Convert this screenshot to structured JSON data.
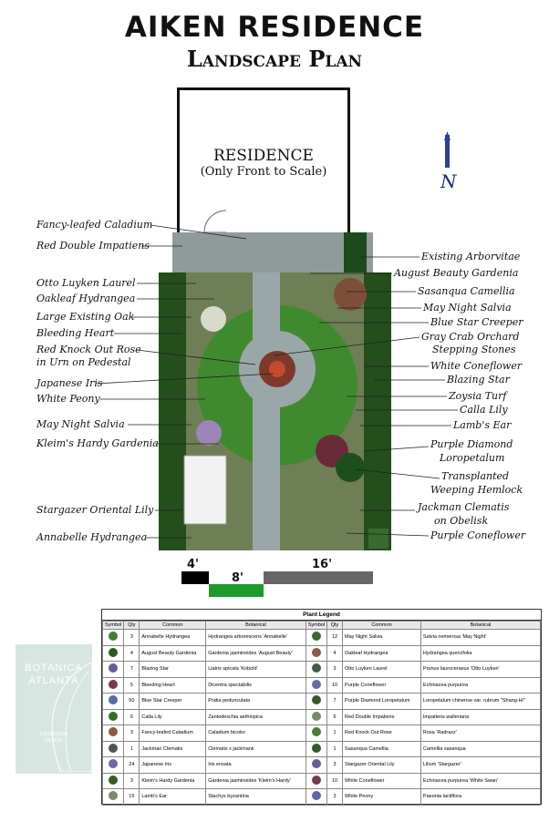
{
  "title": {
    "line1": "AIKEN RESIDENCE",
    "line2": "Landscape Plan"
  },
  "house": {
    "line1": "RESIDENCE",
    "line2": "(Only Front to Scale)"
  },
  "north_symbol": "N",
  "left_labels": [
    "Fancy-leafed Caladium",
    "Red Double Impatiens",
    "Otto Luyken Laurel",
    "Oakleaf Hydrangea",
    "Large Existing Oak",
    "Bleeding Heart",
    "Red Knock Out Rose",
    "in Urn on Pedestal",
    "Japanese Iris",
    "White Peony",
    "May Night Salvia",
    "Kleim's Hardy Gardenia",
    "Stargazer Oriental Lily",
    "Annabelle Hydrangea"
  ],
  "right_labels": [
    "Existing Arborvitae",
    "August Beauty Gardenia",
    "Sasanqua Camellia",
    "May Night Salvia",
    "Blue Star Creeper",
    "Gray Crab Orchard",
    "Stepping Stones",
    "White Coneflower",
    "Blazing Star",
    "Zoysia Turf",
    "Calla Lily",
    "Lamb's Ear",
    "Purple Diamond",
    "Loropetalum",
    "Transplanted",
    "Weeping Hemlock",
    "Jackman Clematis",
    "on Obelisk",
    "Purple Coneflower"
  ],
  "scale": {
    "a": "4'",
    "b": "8'",
    "c": "16'"
  },
  "colors": {
    "turf": "#3f8a2e",
    "hedge": "#234d1c",
    "stone": "#9aa7a8",
    "border": "#6b7f5a"
  },
  "legend": {
    "title": "Plant Legend",
    "headers": [
      "Symbol",
      "Qty",
      "Common",
      "Botanical",
      "Symbol",
      "Qty",
      "Common",
      "Botanical"
    ],
    "left_rows": [
      {
        "qty": "3",
        "common": "Annabelle Hydrangea",
        "botanical": "Hydrangea arborescens 'Annabelle'"
      },
      {
        "qty": "4",
        "common": "August Beauty Gardenia",
        "botanical": "Gardenia jasminoides 'August Beauty'"
      },
      {
        "qty": "7",
        "common": "Blazing Star",
        "botanical": "Liatris spicata 'Kobold'"
      },
      {
        "qty": "5",
        "common": "Bleeding Heart",
        "botanical": "Dicentra spectabilis"
      },
      {
        "qty": "50",
        "common": "Blue Star Creeper",
        "botanical": "Pratia pedunculata"
      },
      {
        "qty": "6",
        "common": "Calla Lily",
        "botanical": "Zantedeschia aethiopica"
      },
      {
        "qty": "3",
        "common": "Fancy-leafed Caladium",
        "botanical": "Caladium bicolor"
      },
      {
        "qty": "1",
        "common": "Jackman Clematis",
        "botanical": "Clematis x jackmanii"
      },
      {
        "qty": "24",
        "common": "Japanese Iris",
        "botanical": "Iris ensata"
      },
      {
        "qty": "3",
        "common": "Kleim's Hardy Gardenia",
        "botanical": "Gardenia jasminoides 'Kleim's Hardy'"
      },
      {
        "qty": "15",
        "common": "Lamb's Ear",
        "botanical": "Stachys byzantina"
      }
    ],
    "right_rows": [
      {
        "qty": "12",
        "common": "May Night Salvia",
        "botanical": "Salvia nemerosa 'May Night'"
      },
      {
        "qty": "4",
        "common": "Oakleaf Hydrangea",
        "botanical": "Hydrangea quercifolia"
      },
      {
        "qty": "3",
        "common": "Otto Luyken Laurel",
        "botanical": "Prunus laurocerasus 'Otto Luyken'"
      },
      {
        "qty": "10",
        "common": "Purple Coneflower",
        "botanical": "Echinacea purpurea"
      },
      {
        "qty": "7",
        "common": "Purple Diamond Loropetalum",
        "botanical": "Loropetalum chinense var. rubrum \"Shang-Hi\""
      },
      {
        "qty": "6",
        "common": "Red Double Impatiens",
        "botanical": "Impatiens walleriana"
      },
      {
        "qty": "1",
        "common": "Red Knock Out Rose",
        "botanical": "Rosa 'Radrazz'"
      },
      {
        "qty": "1",
        "common": "Sasanqua Camellia",
        "botanical": "Camellia sasanqua"
      },
      {
        "qty": "3",
        "common": "Stargazer Oriental Lily",
        "botanical": "Lilium 'Stargazer'"
      },
      {
        "qty": "10",
        "common": "White Coneflower",
        "botanical": "Echinacea purpurea 'White Swan'"
      },
      {
        "qty": "3",
        "common": "White Peony",
        "botanical": "Paeonia lactiflora"
      }
    ]
  },
  "logo": {
    "line1": "BOTANICA",
    "line2": "ATLANTA",
    "line3": "LANDSCAPE",
    "line4": "DESIGN"
  }
}
